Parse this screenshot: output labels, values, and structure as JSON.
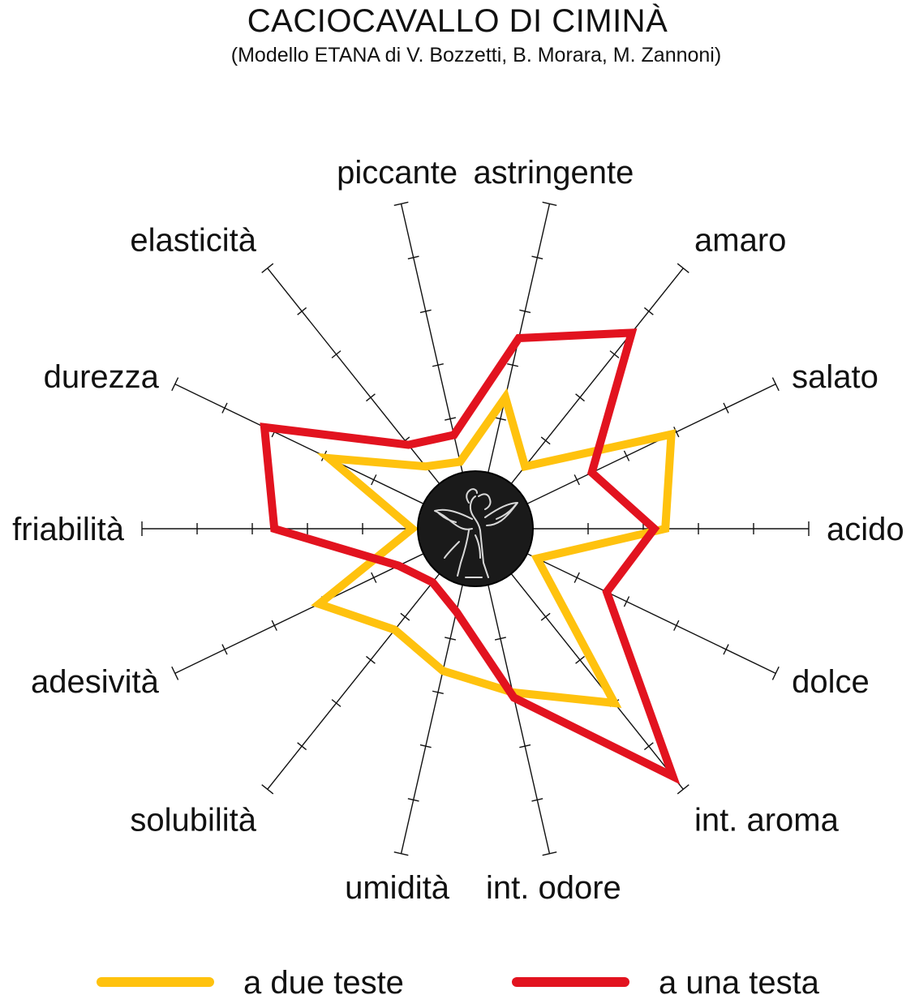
{
  "chart_data": {
    "type": "radar",
    "title": "CACIOCAVALLO DI CIMINÀ",
    "subtitle": "(Modello ETANA di V. Bozzetti, B. Morara, M. Zannoni)",
    "axes": [
      "acido",
      "salato",
      "amaro",
      "astringente",
      "piccante",
      "elasticità",
      "durezza",
      "friabilità",
      "adesività",
      "solubilità",
      "umidità",
      "int. odore",
      "int. aroma",
      "dolce"
    ],
    "scale": {
      "min": 0,
      "max": 5,
      "tick_step": 1
    },
    "series": [
      {
        "name": "a due teste",
        "color": "#FFC20E",
        "values": [
          2.4,
          2.9,
          0.4,
          1.4,
          0.2,
          0.4,
          1.9,
          0.1,
          2.1,
          1.3,
          1.6,
          2.0,
          3.0,
          0.2
        ]
      },
      {
        "name": "a una testa",
        "color": "#E2131F",
        "values": [
          2.2,
          1.3,
          3.5,
          2.5,
          0.7,
          0.9,
          3.2,
          2.6,
          0.5,
          0.2,
          0.5,
          2.1,
          4.7,
          1.6
        ]
      }
    ],
    "legend_position": "bottom"
  },
  "center_emblem": "winged-figure-emblem"
}
